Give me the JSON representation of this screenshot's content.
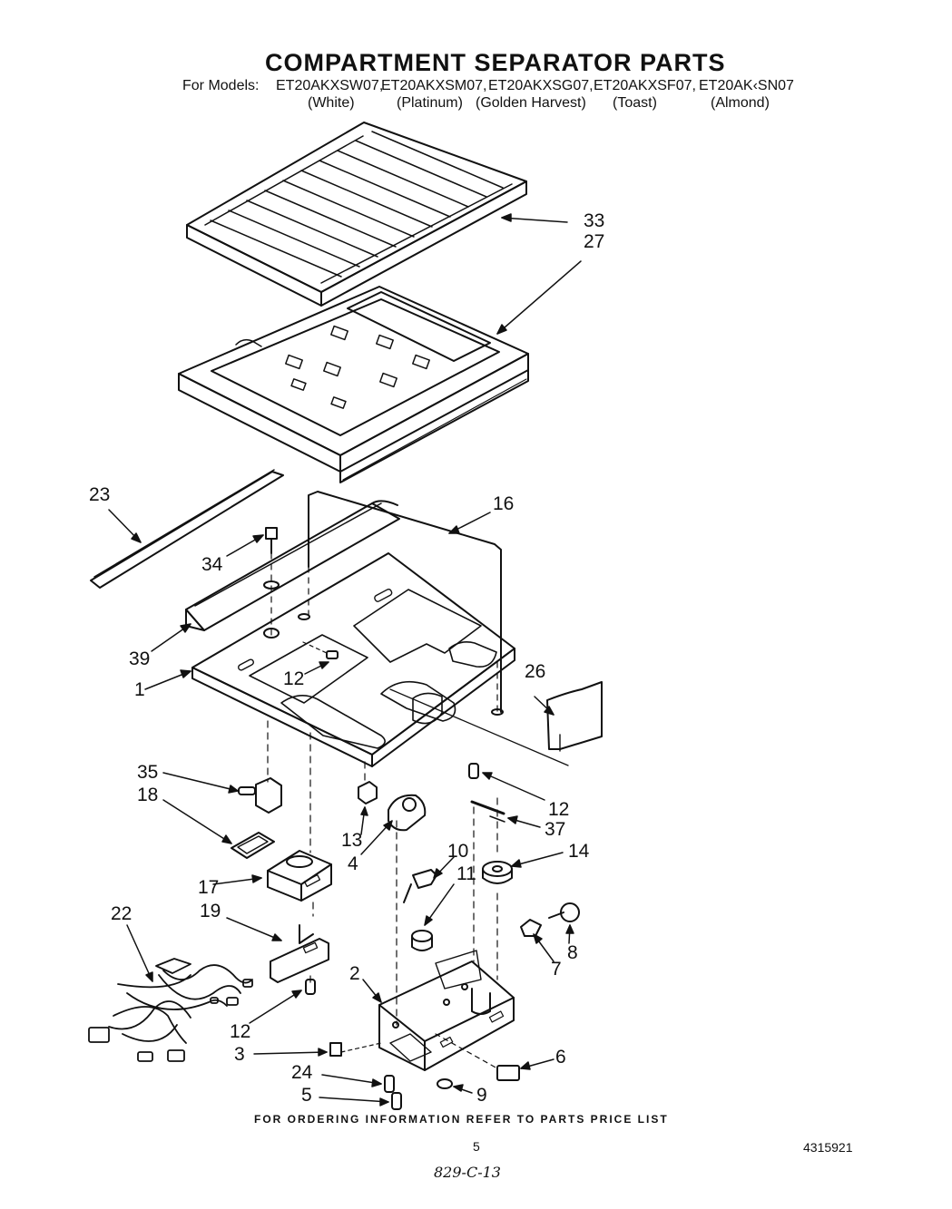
{
  "header": {
    "title": "COMPARTMENT SEPARATOR PARTS",
    "models_label": "For Models:",
    "models": [
      {
        "code": "ET20AKXSW07,",
        "color": "(White)"
      },
      {
        "code": "ET20AKXSM07,",
        "color": "(Platinum)"
      },
      {
        "code": "ET20AKXSG07,",
        "color": "(Golden Harvest)"
      },
      {
        "code": "ET20AKXSF07,",
        "color": "(Toast)"
      },
      {
        "code": "ET20AK‹SN07",
        "color": "(Almond)"
      }
    ]
  },
  "callouts": [
    "33",
    "27",
    "23",
    "16",
    "34",
    "39",
    "1",
    "12",
    "26",
    "35",
    "18",
    "12",
    "13",
    "4",
    "37",
    "10",
    "11",
    "14",
    "17",
    "19",
    "22",
    "8",
    "7",
    "2",
    "12",
    "3",
    "6",
    "24",
    "9",
    "5"
  ],
  "footer": {
    "ordering_note": "FOR ORDERING INFORMATION REFER TO PARTS PRICE LIST",
    "page_number": "5",
    "document_number": "4315921",
    "handwritten_note": "829-C-13"
  },
  "colors": {
    "ink": "#111111",
    "paper": "#ffffff"
  }
}
